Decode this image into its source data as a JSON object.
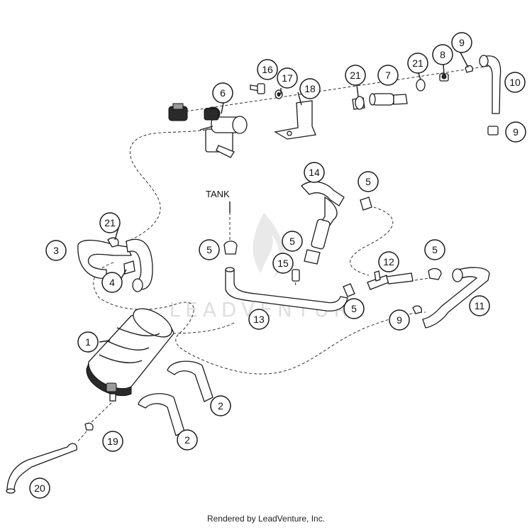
{
  "diagram": {
    "tank_label": "TANK",
    "watermark": "LEADVENTURE",
    "footer": "Rendered by LeadVenture, Inc.",
    "callouts": [
      "16",
      "17",
      "18",
      "6",
      "21",
      "7",
      "21",
      "8",
      "9",
      "10",
      "9",
      "14",
      "5",
      "21",
      "3",
      "4",
      "1",
      "5",
      "5",
      "15",
      "12",
      "5",
      "13",
      "5",
      "11",
      "9",
      "2",
      "2",
      "19",
      "20"
    ]
  }
}
